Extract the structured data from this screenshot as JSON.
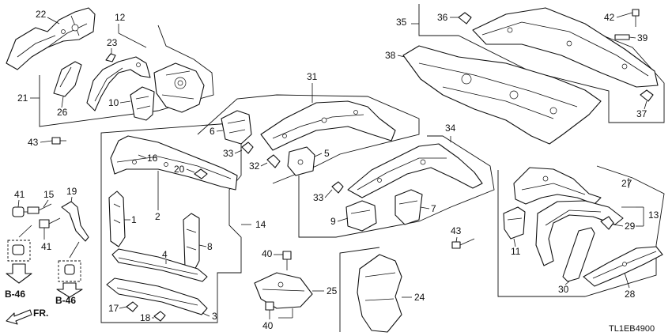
{
  "callouts": {
    "n1": "1",
    "n2": "2",
    "n3": "3",
    "n4": "4",
    "n5": "5",
    "n6": "6",
    "n7": "7",
    "n8": "8",
    "n9": "9",
    "n10": "10",
    "n11": "11",
    "n12": "12",
    "n13": "13",
    "n14": "14",
    "n15": "15",
    "n16": "16",
    "n17": "17",
    "n18": "18",
    "n19": "19",
    "n20": "20",
    "n21": "21",
    "n22": "22",
    "n23": "23",
    "n24": "24",
    "n25": "25",
    "n26": "26",
    "n27": "27",
    "n28": "28",
    "n29": "29",
    "n30": "30",
    "n31": "31",
    "n32": "32",
    "n33a": "33",
    "n33b": "33",
    "n34": "34",
    "n35": "35",
    "n36": "36",
    "n37": "37",
    "n38": "38",
    "n39": "39",
    "n40a": "40",
    "n40b": "40",
    "n41a": "41",
    "n41b": "41",
    "n42": "42",
    "n43a": "43",
    "n43b": "43"
  },
  "references": {
    "b46_left": "B-46",
    "b46_right": "B-46",
    "front_label": "FR."
  },
  "diagram_code": "TL1EB4900"
}
